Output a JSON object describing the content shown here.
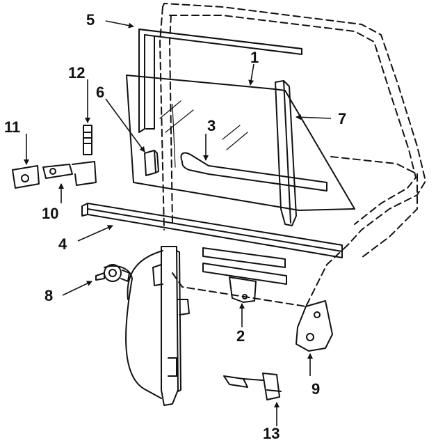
{
  "diagram": {
    "callouts": [
      {
        "id": "1",
        "label": "1"
      },
      {
        "id": "2",
        "label": "2"
      },
      {
        "id": "3",
        "label": "3"
      },
      {
        "id": "4",
        "label": "4"
      },
      {
        "id": "5",
        "label": "5"
      },
      {
        "id": "6",
        "label": "6"
      },
      {
        "id": "7",
        "label": "7"
      },
      {
        "id": "8",
        "label": "8"
      },
      {
        "id": "9",
        "label": "9"
      },
      {
        "id": "10",
        "label": "10"
      },
      {
        "id": "11",
        "label": "11"
      },
      {
        "id": "12",
        "label": "12"
      },
      {
        "id": "13",
        "label": "13"
      }
    ]
  },
  "colors": {
    "ink": "#111111",
    "paper": "#ffffff"
  }
}
